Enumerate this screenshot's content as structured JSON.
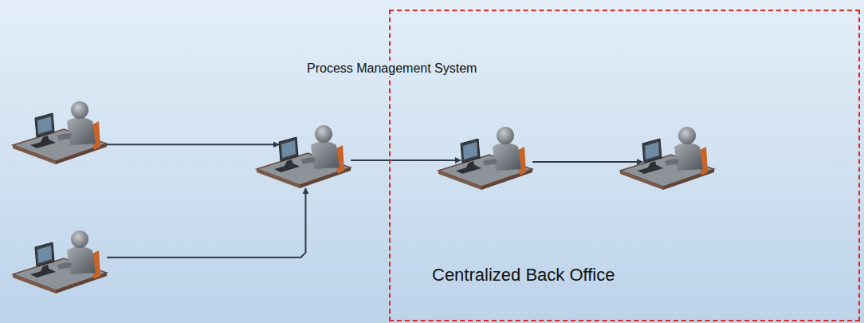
{
  "diagram": {
    "nodes": [
      {
        "text": []
      },
      {
        "text": []
      },
      {
        "text": []
      },
      {
        "text": [
          "Centralized Back Office"
        ]
      },
      {
        "text": [],
        "in": 3
      },
      {
        "text": [],
        "in": 3
      }
    ],
    "edges": [
      {
        "from": 0,
        "to": 2,
        "arrow": "to"
      },
      {
        "from": 1,
        "to": 2,
        "arrow": "to"
      },
      {
        "from": 2,
        "to": 4,
        "arrow": "to"
      },
      {
        "from": 4,
        "to": 5,
        "arrow": "to"
      }
    ],
    "labels": [
      "Process Management System"
    ]
  }
}
